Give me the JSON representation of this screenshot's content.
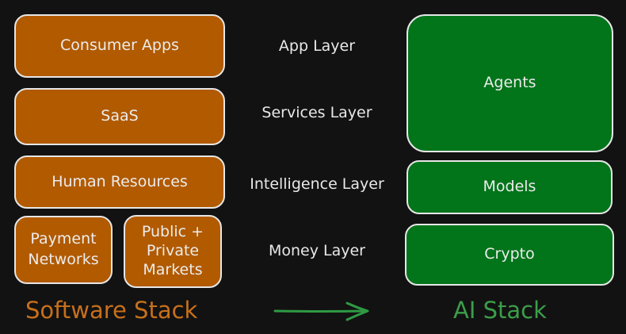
{
  "software_stack": {
    "title": "Software Stack",
    "color": "#b15a00",
    "title_color": "#c8701a",
    "boxes": {
      "consumer_apps": "Consumer Apps",
      "saas": "SaaS",
      "human_resources": "Human Resources",
      "payment_networks": "Payment\nNetworks",
      "markets": "Public +\nPrivate\nMarkets"
    }
  },
  "layers": {
    "app": "App Layer",
    "services": "Services Layer",
    "intelligence": "Intelligence Layer",
    "money": "Money Layer"
  },
  "ai_stack": {
    "title": "AI Stack",
    "color": "#02741a",
    "title_color": "#3c9e4a",
    "boxes": {
      "agents": "Agents",
      "models": "Models",
      "crypto": "Crypto"
    }
  },
  "arrow": {
    "icon": "right-arrow-icon",
    "color": "#2f9a44"
  }
}
